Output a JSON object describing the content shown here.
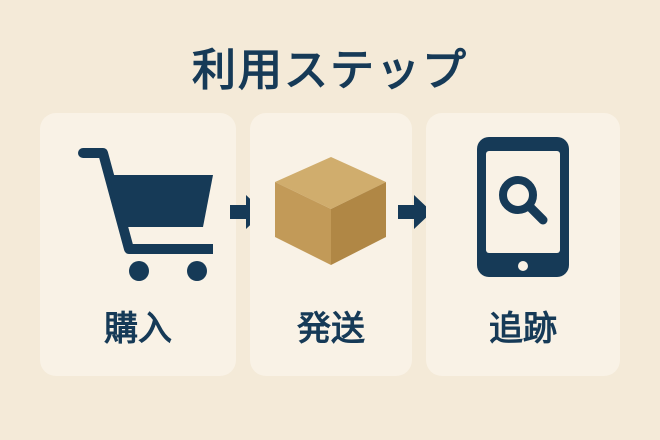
{
  "title": "利用ステップ",
  "steps": [
    {
      "label": "購入",
      "icon": "shopping-cart-icon"
    },
    {
      "label": "発送",
      "icon": "package-box-icon"
    },
    {
      "label": "追跡",
      "icon": "smartphone-search-icon"
    }
  ],
  "colors": {
    "background": "#f4ead8",
    "card": "#f9f2e6",
    "navy": "#163a57",
    "box_light": "#d0ad6d",
    "box_mid": "#c29a58",
    "box_dark": "#b08745"
  }
}
